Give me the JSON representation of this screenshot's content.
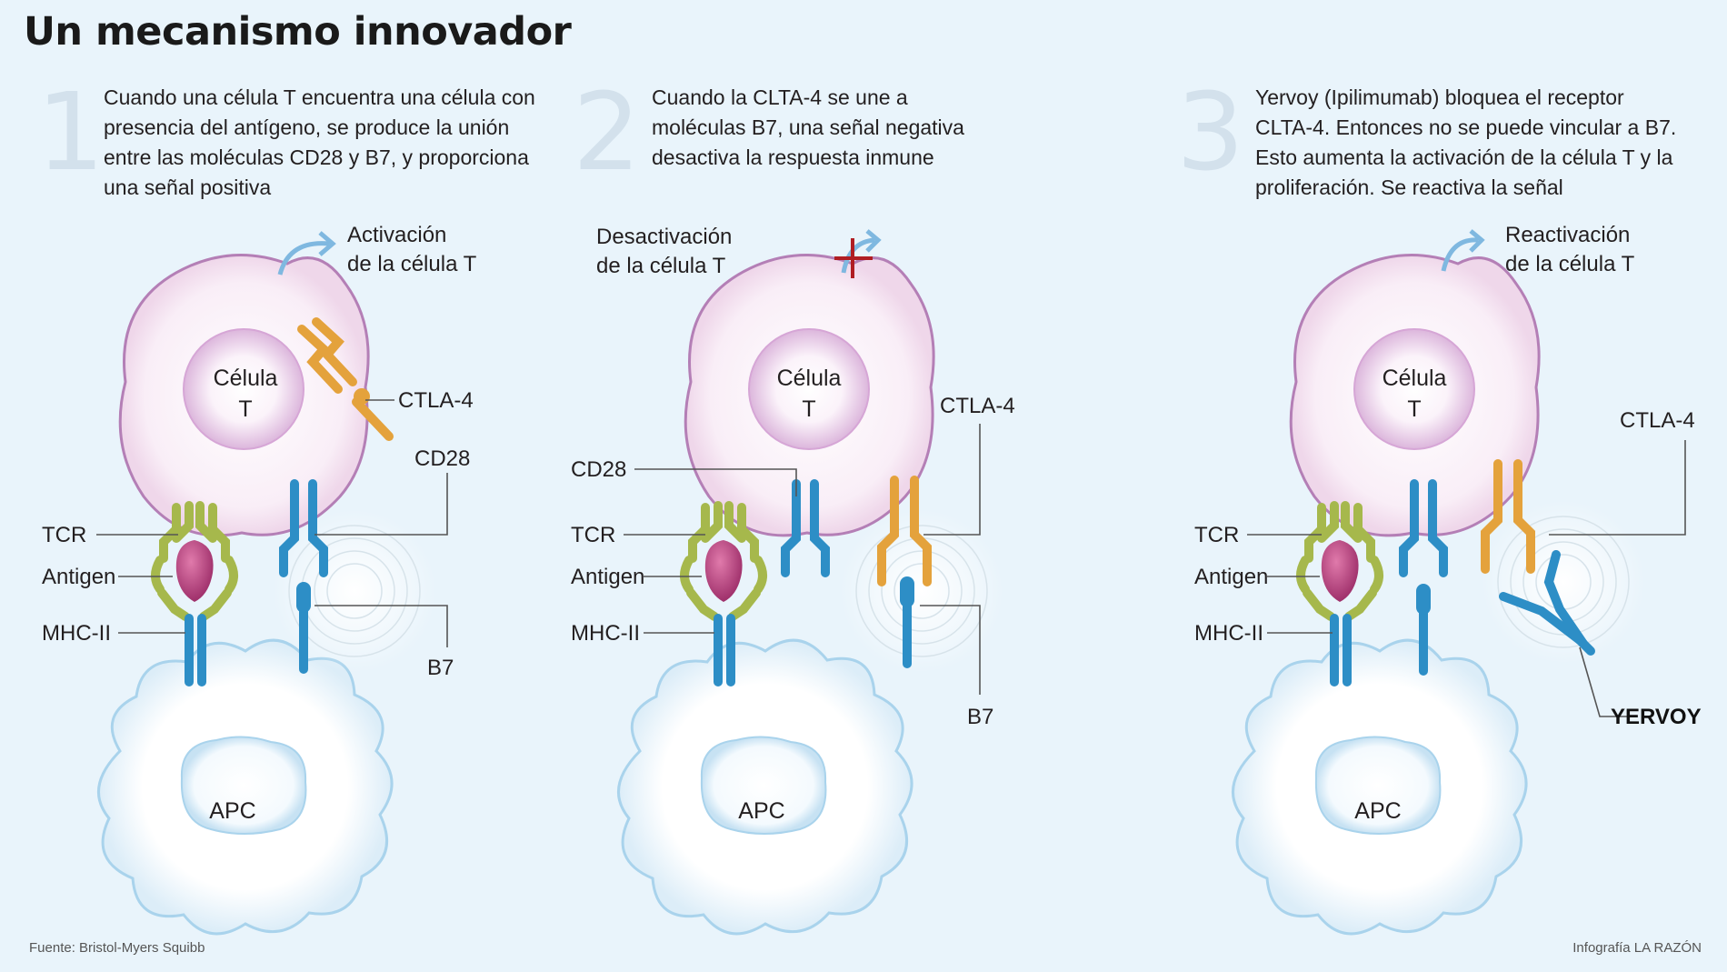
{
  "title": "Un mecanismo innovador",
  "steps": [
    {
      "number": "1",
      "lines": [
        "Cuando una célula T encuentra una célula con",
        "presencia del antígeno, se produce la unión",
        "entre las moléculas CD28 y B7, y proporciona",
        "una señal positiva"
      ],
      "outcome": [
        "Activación",
        "de la célula T"
      ],
      "cell_t": [
        "Célula",
        "T"
      ],
      "labels": {
        "ctla4": "CTLA-4",
        "cd28": "CD28",
        "tcr": "TCR",
        "antigen": "Antigen",
        "mhc": "MHC-II",
        "b7": "B7"
      },
      "apc": "APC"
    },
    {
      "number": "2",
      "lines": [
        "Cuando la CLTA-4 se une a",
        "moléculas B7, una señal negativa",
        "desactiva la respuesta inmune"
      ],
      "outcome": [
        "Desactivación",
        "de la célula T"
      ],
      "cell_t": [
        "Célula",
        "T"
      ],
      "labels": {
        "ctla4": "CTLA-4",
        "cd28": "CD28",
        "tcr": "TCR",
        "antigen": "Antigen",
        "mhc": "MHC-II",
        "b7": "B7"
      },
      "apc": "APC"
    },
    {
      "number": "3",
      "lines": [
        "Yervoy (Ipilimumab) bloquea el receptor",
        "CLTA-4. Entonces no se puede vincular a B7.",
        "Esto aumenta la activación de la célula T y la",
        "proliferación. Se reactiva la señal"
      ],
      "outcome": [
        "Reactivación",
        "de la célula T"
      ],
      "cell_t": [
        "Célula",
        "T"
      ],
      "labels": {
        "ctla4": "CTLA-4",
        "tcr": "TCR",
        "antigen": "Antigen",
        "mhc": "MHC-II",
        "yervoy": "YERVOY"
      },
      "apc": "APC"
    }
  ],
  "footer": {
    "source": "Fuente: Bristol-Myers Squibb",
    "credit": "Infografía LA RAZÓN"
  },
  "colors": {
    "background": "#e9f4fb",
    "tcell_fill": "#f8ecf6",
    "tcell_edge": "#b47fb6",
    "nucleus": "#d6a6d6",
    "apc_edge": "#a9d3ec",
    "tcr": "#a6b84c",
    "cd28_b7": "#2d8ec6",
    "ctla4": "#e4a23c",
    "antigen": "#b4407a",
    "arrow": "#7fb8e0",
    "cross": "#b01e23"
  },
  "icons": [
    "arrow-up-right-icon",
    "cross-block-icon",
    "signal-rings-icon"
  ]
}
